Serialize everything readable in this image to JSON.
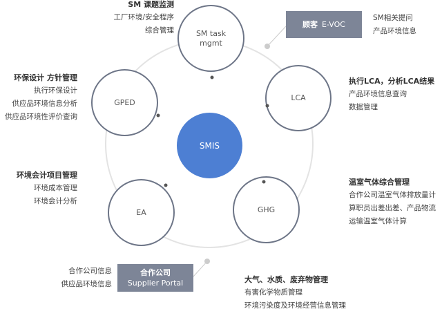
{
  "center": {
    "label": "SMIS"
  },
  "nodes": {
    "sm": "SM task\nmgmt",
    "lca": "LCA",
    "ghg": "GHG",
    "ea": "EA",
    "gped": "GPED"
  },
  "blocks": {
    "sm": {
      "title": "SM 课题监测",
      "items": [
        "工厂环境/安全程序",
        "综合管理"
      ]
    },
    "evoc": {
      "items": [
        "SM相关提问",
        "产品环境信息"
      ]
    },
    "lca": {
      "title": "执行LCA，分析LCA结果",
      "items": [
        "产品环境信息查询",
        "数据管理"
      ]
    },
    "ghg": {
      "title": "温室气体综合管理",
      "items": [
        "合作公司温室气体排放量计",
        "算职员出差出差、产品物流",
        "运输温室气体计算"
      ]
    },
    "env": {
      "title": "大气、水质、废弃物管理",
      "items": [
        "有害化学物质管理",
        "环境污染度及环境经营信息管理"
      ]
    },
    "supplier": {
      "items": [
        "合作公司信息",
        "供应品环境信息"
      ]
    },
    "ea": {
      "title": "环境会计项目管理",
      "items": [
        "环境成本管理",
        "环境会计分析"
      ]
    },
    "gped": {
      "title": "环保设计 方针管理",
      "items": [
        "执行环保设计",
        "供应品环境信息分析",
        "供应品环境性评价查询"
      ]
    }
  },
  "boxes": {
    "evoc": {
      "strong": "顾客",
      "text": "E-VOC"
    },
    "supplier": {
      "strong": "合作公司",
      "text": "Supplier Portal"
    }
  },
  "colors": {
    "accent": "#4d7fd3",
    "box": "#7d8597"
  }
}
